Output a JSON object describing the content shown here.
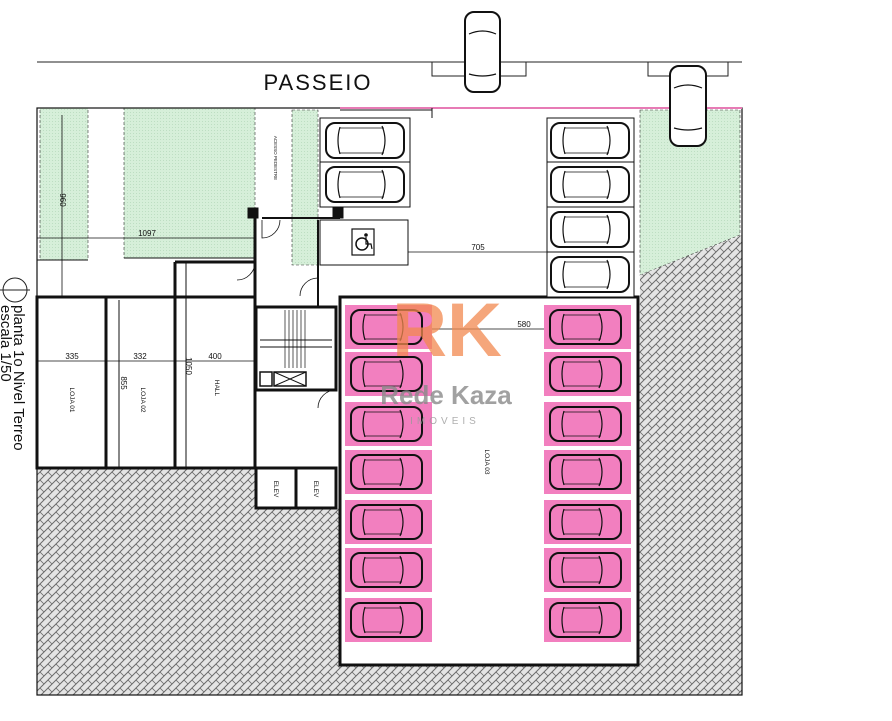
{
  "title_street": "PASSEIO",
  "plan_caption": {
    "line1": "planta 1o Nivel Terreo",
    "line2": "escala 1/50"
  },
  "rooms": {
    "loja01": "LOJA 01",
    "loja02": "LOJA 02",
    "loja03": "LOJA 03",
    "hall": "HALL",
    "elev1": "ELEV",
    "elev2": "ELEV",
    "access": "ACESSO PEDESTRE"
  },
  "dimensions": {
    "d960": "960",
    "d1097": "1097",
    "d335": "335",
    "d332": "332",
    "d855": "855",
    "d1050": "1050",
    "d400": "400",
    "d705": "705",
    "d580": "580"
  },
  "watermark": {
    "logo": "RK",
    "brand": "Rede Kaza",
    "sub": "IMOVEIS"
  },
  "colors": {
    "green": "#d6efd9",
    "pink": "#f27fbf",
    "hatch": "#555555",
    "watermark_orange": "#f2894f",
    "watermark_grey": "#8a8a8a"
  },
  "icons": {
    "accessibility": "wheelchair-icon",
    "car": "car-icon"
  }
}
